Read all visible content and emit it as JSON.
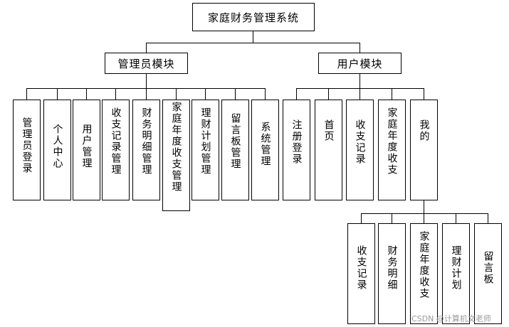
{
  "root": "家庭财务管理系统",
  "admin_module": {
    "title": "管理员模块",
    "items": [
      "管理员登录",
      "个人中心",
      "用户管理",
      "收支记录管理",
      "财务明细管理",
      "家庭年度收支管理",
      "理财计划管理",
      "留言板管理",
      "系统管理"
    ]
  },
  "user_module": {
    "title": "用户模块",
    "items": [
      "注册登录",
      "首页",
      "收支记录",
      "家庭年度收支",
      "我的"
    ]
  },
  "mine": {
    "items": [
      "收支记录",
      "财务明细",
      "家庭年度收支",
      "理财计划",
      "留言板"
    ]
  },
  "watermark": "CSDN @计算机文老师"
}
